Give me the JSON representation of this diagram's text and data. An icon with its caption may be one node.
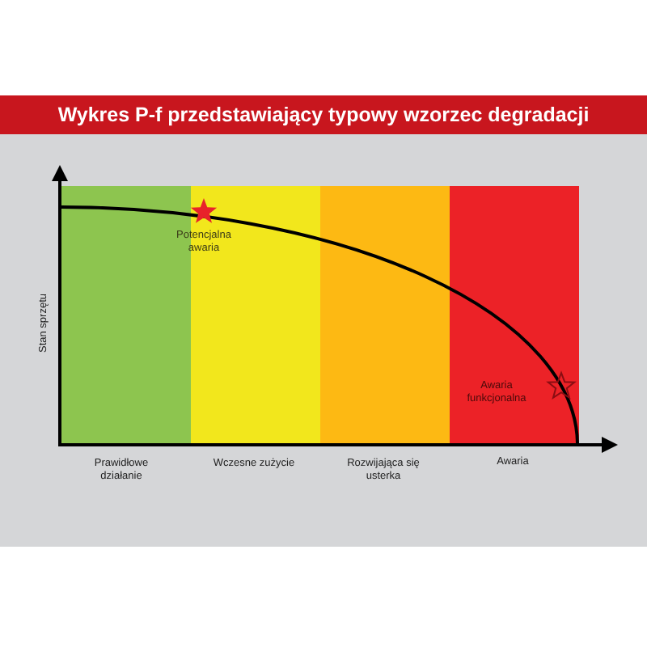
{
  "diagram": {
    "title": "Wykres P-f przedstawiający typowy wzorzec degradacji",
    "labels": [
      "Potencjalna awaria",
      "Stan sprzętu",
      "Awaria funkcjonalna",
      "Prawidłowe działanie",
      "Wczesne zużycie",
      "Rozwijająca się usterka",
      "Awaria"
    ]
  }
}
